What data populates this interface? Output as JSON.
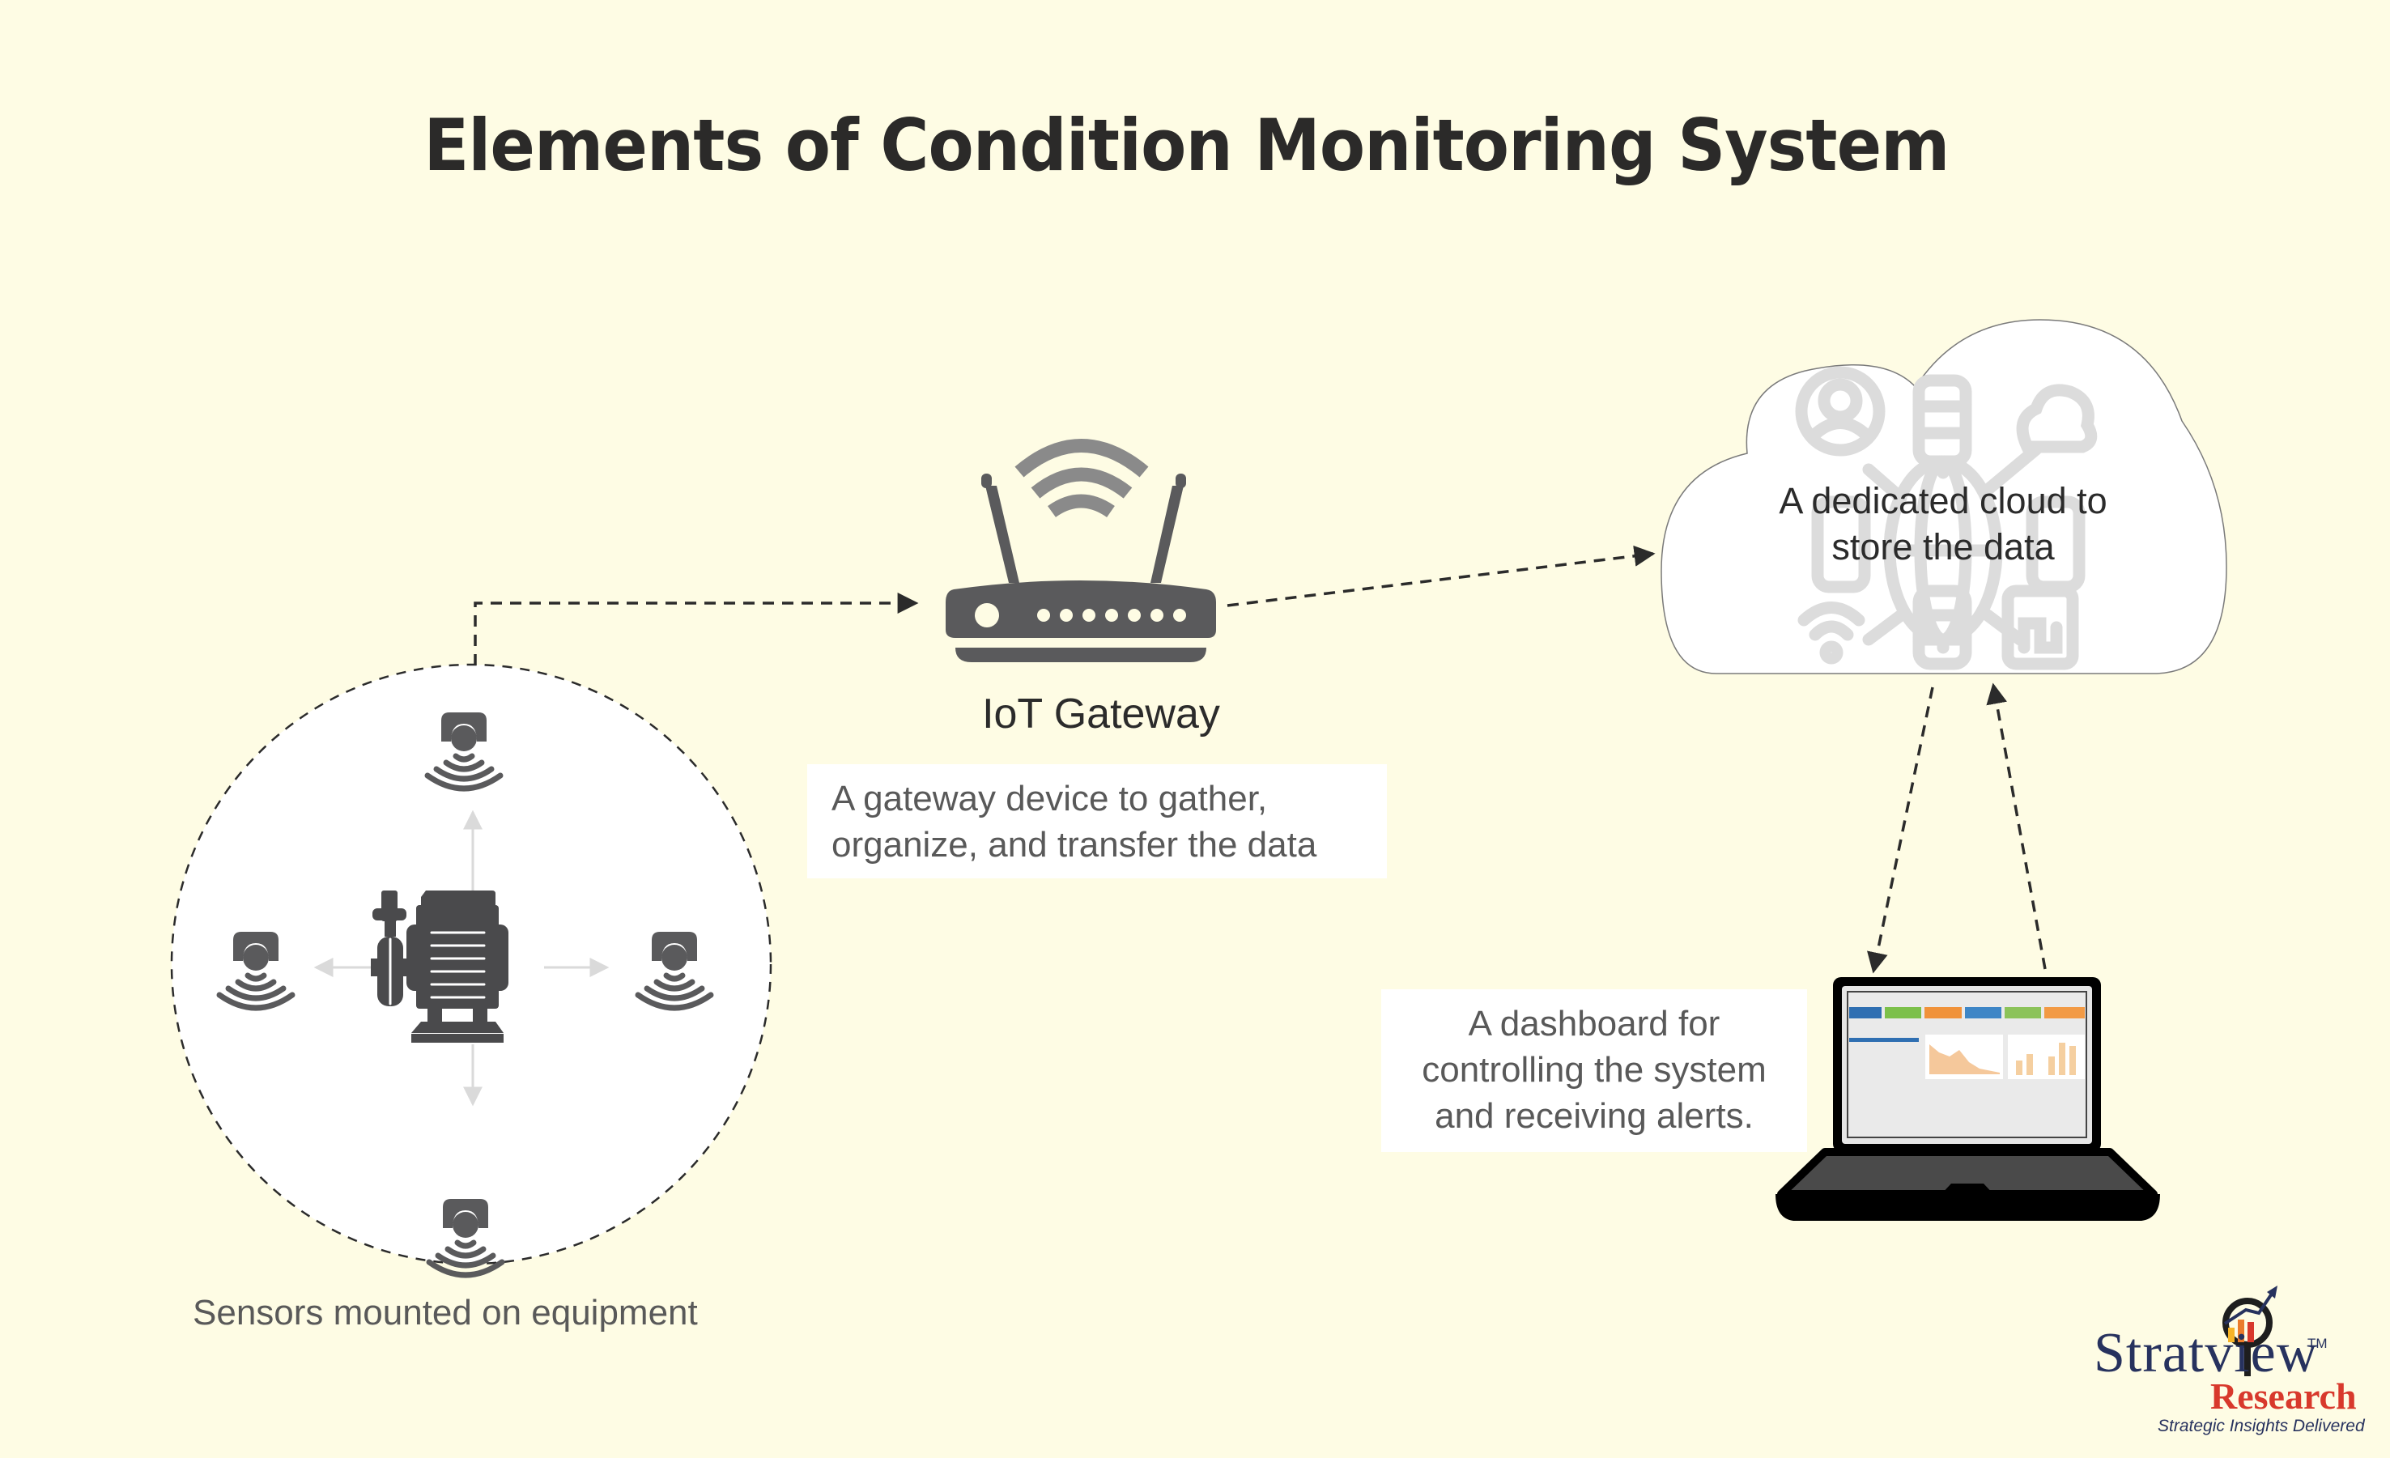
{
  "title": "Elements of Condition Monitoring System",
  "sensors": {
    "label": "Sensors mounted on equipment",
    "sensor_count": 4,
    "equipment_icon": "motor-pump-icon",
    "sensor_icon": "vibration-sensor-icon"
  },
  "gateway": {
    "label": "IoT Gateway",
    "description_lines": [
      "A gateway device to gather,",
      "organize, and transfer the data"
    ],
    "icon": "wifi-router-icon"
  },
  "cloud": {
    "description_lines": [
      "A dedicated cloud to",
      "store the data"
    ],
    "icon": "cloud-network-icon"
  },
  "dashboard": {
    "description_lines": [
      "A dashboard for",
      "controlling the system",
      "and receiving alerts."
    ],
    "icon": "laptop-dashboard-icon"
  },
  "connections": [
    {
      "from": "sensors",
      "to": "gateway",
      "style": "dashed"
    },
    {
      "from": "gateway",
      "to": "cloud",
      "style": "dashed"
    },
    {
      "from": "cloud",
      "to": "dashboard",
      "style": "dashed"
    },
    {
      "from": "dashboard",
      "to": "cloud",
      "style": "dashed"
    }
  ],
  "logo": {
    "name": "Stratview",
    "trademark": "TM",
    "sub": "Research",
    "tagline": "Strategic Insights Delivered"
  },
  "colors": {
    "background": "#fefce4",
    "icon_gray": "#5a5a5c",
    "title": "#2b2a29",
    "logo_navy": "#27325e",
    "logo_red": "#d8392c"
  }
}
